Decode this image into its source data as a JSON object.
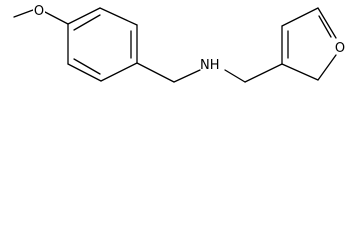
{
  "molecule": {
    "atoms": {
      "methoxy_carbon": "",
      "methoxy_oxygen": "O",
      "amine": "NH",
      "furan_oxygen": "O"
    }
  },
  "colors": {
    "bond": "#000000",
    "label": "#000000",
    "background": "#ffffff"
  }
}
